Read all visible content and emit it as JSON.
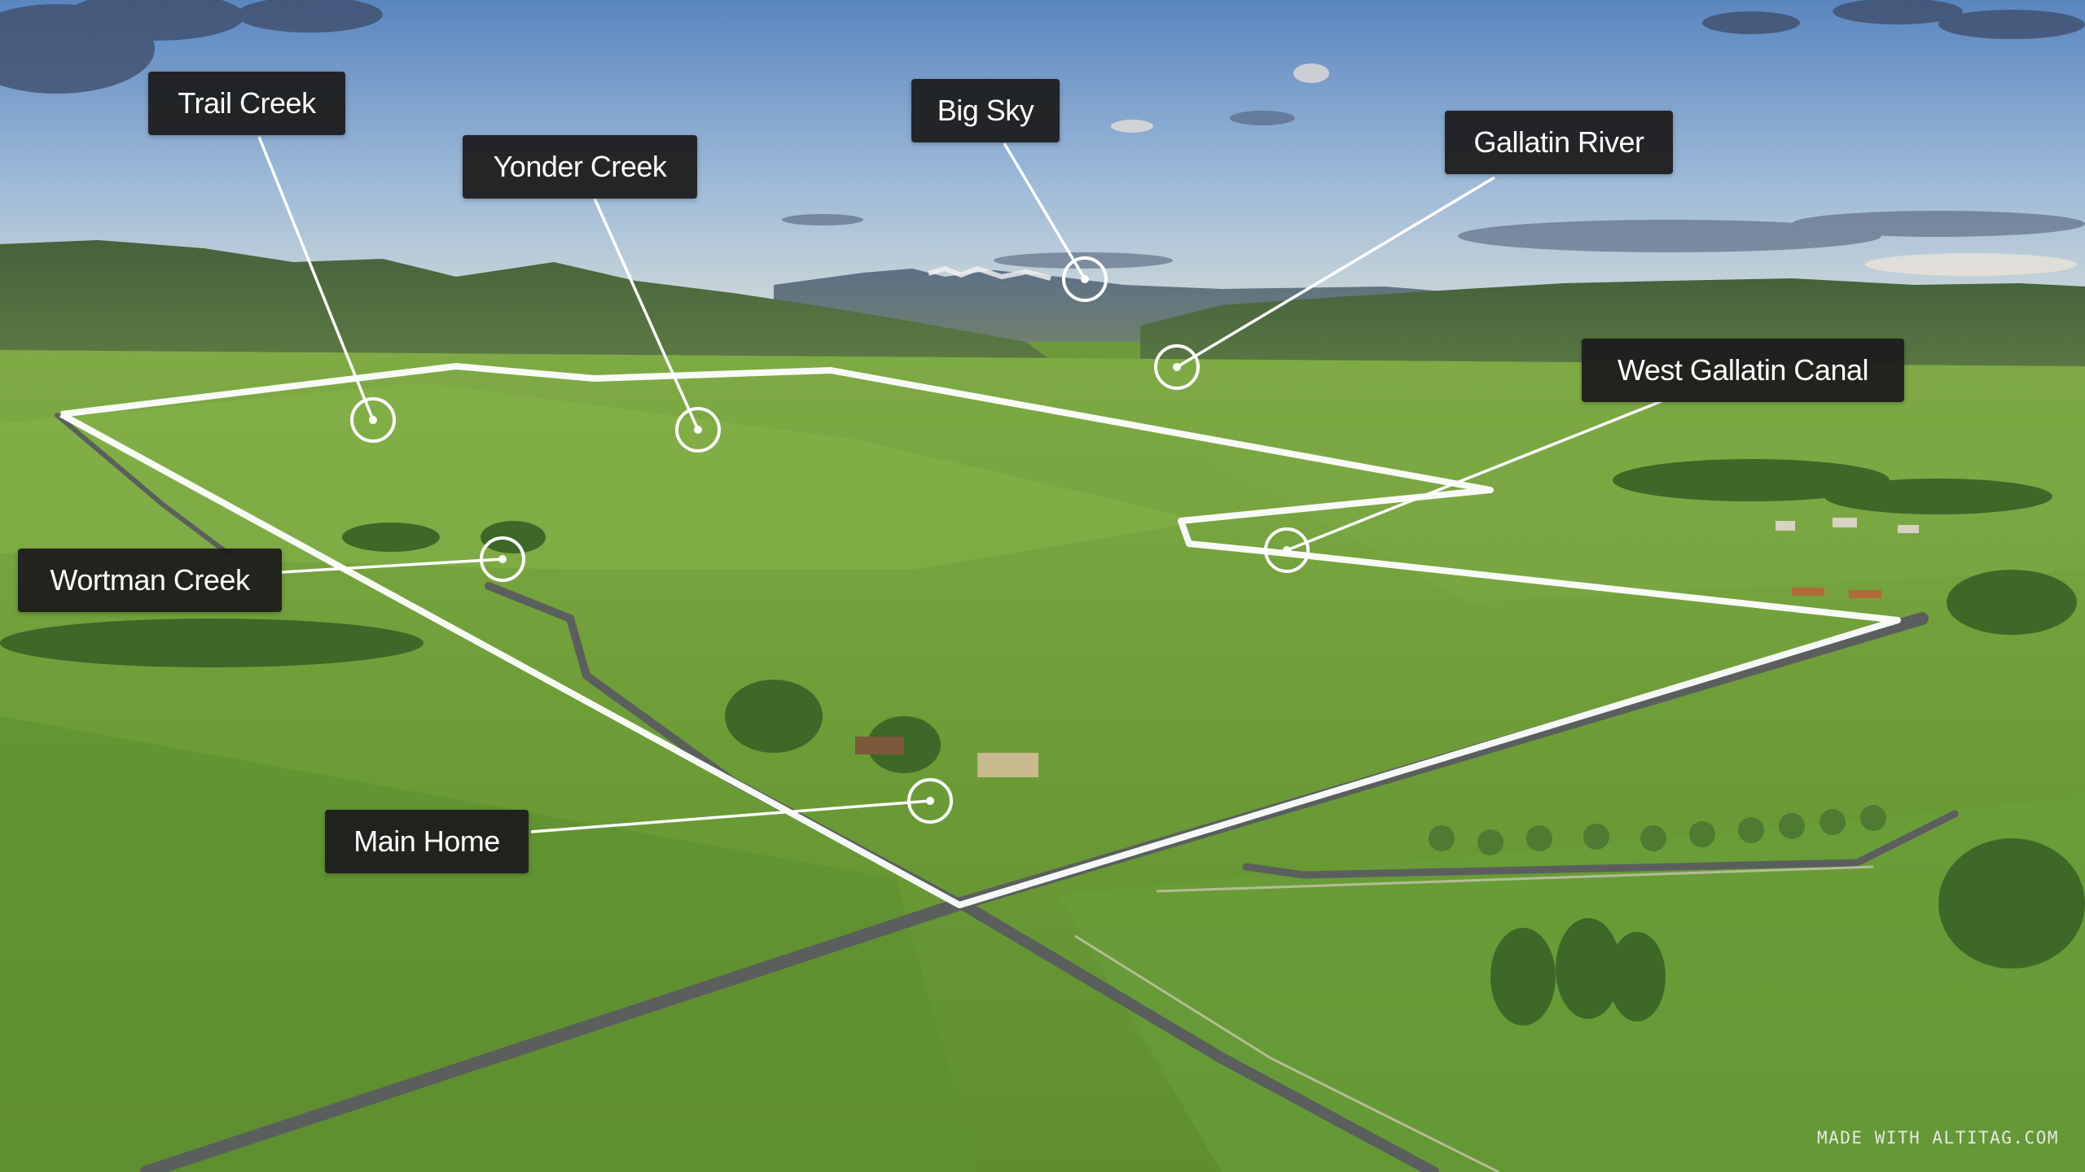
{
  "labels": {
    "trail_creek": "Trail Creek",
    "yonder_creek": "Yonder Creek",
    "big_sky": "Big Sky",
    "gallatin_river": "Gallatin River",
    "west_gallatin_canal": "West Gallatin Canal",
    "wortman_creek": "Wortman Creek",
    "main_home": "Main Home"
  },
  "watermark": "MADE WITH ALTITAG.COM",
  "colors": {
    "label_background": "#1c1c1c",
    "label_text": "#ffffff",
    "boundary_line": "#ffffff",
    "sky": "#6f95c4",
    "fields": "#6fa03a",
    "mountains": "#3d5a35"
  }
}
